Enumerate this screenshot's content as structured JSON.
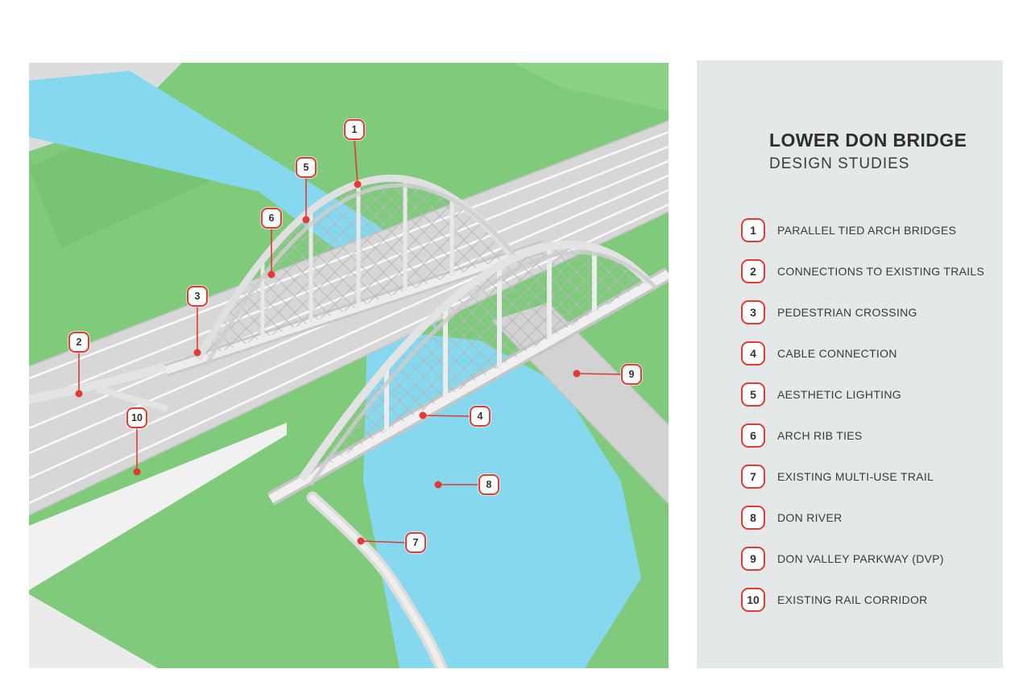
{
  "colors": {
    "accent_red": "#e23b34",
    "water_blue": "#85d8ee",
    "grass_green": "#7fca7b",
    "corridor_gray": "#d7d7d7",
    "panel_background": "#e4e8e9"
  },
  "panel": {
    "title": "LOWER DON BRIDGE",
    "subtitle": "DESIGN STUDIES",
    "items": [
      {
        "num": "1",
        "label": "PARALLEL TIED ARCH BRIDGES"
      },
      {
        "num": "2",
        "label": "CONNECTIONS TO EXISTING TRAILS"
      },
      {
        "num": "3",
        "label": "PEDESTRIAN CROSSING"
      },
      {
        "num": "4",
        "label": "CABLE CONNECTION"
      },
      {
        "num": "5",
        "label": "AESTHETIC LIGHTING"
      },
      {
        "num": "6",
        "label": "ARCH RIB TIES"
      },
      {
        "num": "7",
        "label": "EXISTING MULTI-USE TRAIL"
      },
      {
        "num": "8",
        "label": "DON RIVER"
      },
      {
        "num": "9",
        "label": "DON VALLEY PARKWAY (DVP)"
      },
      {
        "num": "10",
        "label": "EXISTING RAIL CORRIDOR"
      }
    ]
  },
  "scene": {
    "callouts": [
      {
        "num": "1"
      },
      {
        "num": "2"
      },
      {
        "num": "3"
      },
      {
        "num": "4"
      },
      {
        "num": "5"
      },
      {
        "num": "6"
      },
      {
        "num": "7"
      },
      {
        "num": "8"
      },
      {
        "num": "9"
      },
      {
        "num": "10"
      }
    ]
  }
}
